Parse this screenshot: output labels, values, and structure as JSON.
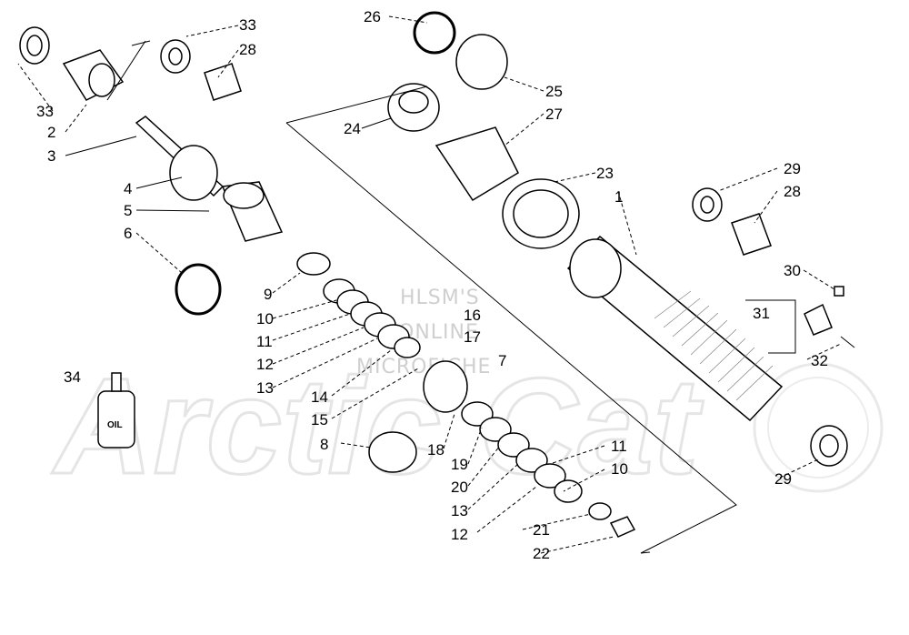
{
  "watermark": {
    "line1": "HLSM'S",
    "line2": "ONLINE",
    "line3": "MICROFICHE",
    "brand": "Arctic Cat"
  },
  "oil_label": "OIL",
  "callouts": [
    {
      "n": "33"
    },
    {
      "n": "28"
    },
    {
      "n": "33"
    },
    {
      "n": "2"
    },
    {
      "n": "3"
    },
    {
      "n": "4"
    },
    {
      "n": "5"
    },
    {
      "n": "6"
    },
    {
      "n": "26"
    },
    {
      "n": "25"
    },
    {
      "n": "24"
    },
    {
      "n": "27"
    },
    {
      "n": "23"
    },
    {
      "n": "1"
    },
    {
      "n": "29"
    },
    {
      "n": "28"
    },
    {
      "n": "30"
    },
    {
      "n": "31"
    },
    {
      "n": "32"
    },
    {
      "n": "29"
    },
    {
      "n": "9"
    },
    {
      "n": "10"
    },
    {
      "n": "11"
    },
    {
      "n": "12"
    },
    {
      "n": "13"
    },
    {
      "n": "14"
    },
    {
      "n": "15"
    },
    {
      "n": "16"
    },
    {
      "n": "17"
    },
    {
      "n": "7"
    },
    {
      "n": "34"
    },
    {
      "n": "8"
    },
    {
      "n": "18"
    },
    {
      "n": "19"
    },
    {
      "n": "20"
    },
    {
      "n": "13"
    },
    {
      "n": "12"
    },
    {
      "n": "11"
    },
    {
      "n": "10"
    },
    {
      "n": "21"
    },
    {
      "n": "22"
    }
  ]
}
